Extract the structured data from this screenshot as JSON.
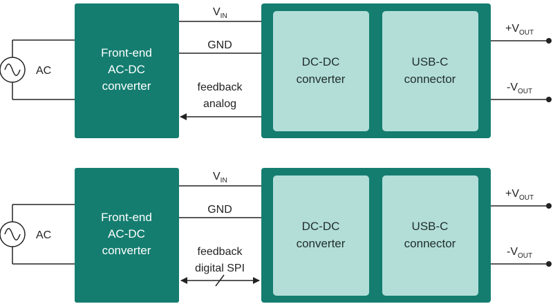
{
  "colors": {
    "frontend_fill": "#147d70",
    "module_fill": "#147d70",
    "inner_fill": "#b3ded8",
    "wire": "#222222"
  },
  "icons": {
    "ac_source": "sine-wave-icon"
  },
  "diagrams": [
    {
      "ac_label": "AC",
      "frontend": {
        "line1": "Front-end",
        "line2": "AC-DC",
        "line3": "converter"
      },
      "vin": {
        "main": "V",
        "sub": "IN"
      },
      "gnd": "GND",
      "feedback": {
        "line1": "feedback",
        "line2": "analog"
      },
      "dcdc": {
        "line1": "DC-DC",
        "line2": "converter"
      },
      "usbc": {
        "line1": "USB-C",
        "line2": "connector"
      },
      "vout_pos": {
        "main": "+V",
        "sub": "OUT"
      },
      "vout_neg": {
        "main": "-V",
        "sub": "OUT"
      }
    },
    {
      "ac_label": "AC",
      "frontend": {
        "line1": "Front-end",
        "line2": "AC-DC",
        "line3": "converter"
      },
      "vin": {
        "main": "V",
        "sub": "IN"
      },
      "gnd": "GND",
      "feedback": {
        "line1": "feedback",
        "line2": "digital SPI"
      },
      "dcdc": {
        "line1": "DC-DC",
        "line2": "converter"
      },
      "usbc": {
        "line1": "USB-C",
        "line2": "connector"
      },
      "vout_pos": {
        "main": "+V",
        "sub": "OUT"
      },
      "vout_neg": {
        "main": "-V",
        "sub": "OUT"
      }
    }
  ]
}
